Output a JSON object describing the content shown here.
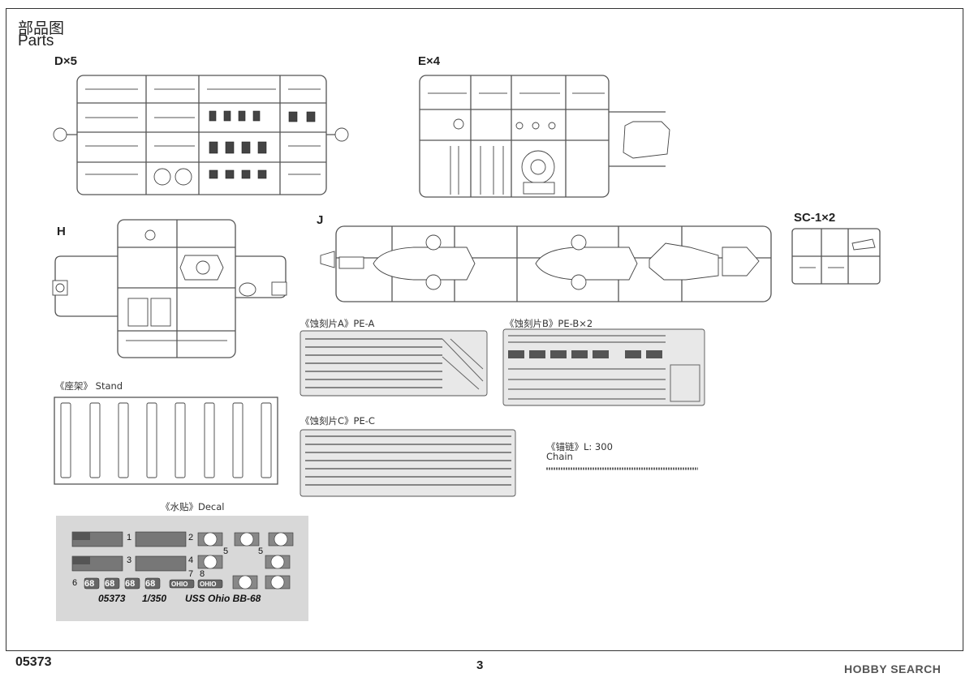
{
  "header": {
    "title_cn": "部品图",
    "title_en": "Parts"
  },
  "sprues": {
    "d": {
      "label": "D×5"
    },
    "e": {
      "label": "E×4"
    },
    "h": {
      "label": "H"
    },
    "j": {
      "label": "J"
    },
    "sc": {
      "label": "SC-1×2"
    }
  },
  "photo_etch": {
    "a": {
      "label": "《蚀刻片A》PE-A"
    },
    "b": {
      "label": "《蚀刻片B》PE-B×2"
    },
    "c": {
      "label": "《蚀刻片C》PE-C"
    }
  },
  "chain": {
    "label_cn": "《锚链》L:  300",
    "label_en": "Chain"
  },
  "stand": {
    "label": "《座架》 Stand"
  },
  "decal": {
    "label": "《水贴》Decal",
    "numbers": [
      "1",
      "2",
      "3",
      "4",
      "5",
      "5",
      "6",
      "7",
      "8"
    ],
    "hull_numbers": [
      "68",
      "68",
      "68",
      "68"
    ],
    "name_plates": [
      "OHIO",
      "OHIO"
    ],
    "caption_code": "05373",
    "caption_scale": "1/350",
    "caption_name": "USS Ohio BB-68"
  },
  "footer": {
    "code": "05373",
    "page": "3",
    "watermark": "HOBBY SEARCH"
  }
}
